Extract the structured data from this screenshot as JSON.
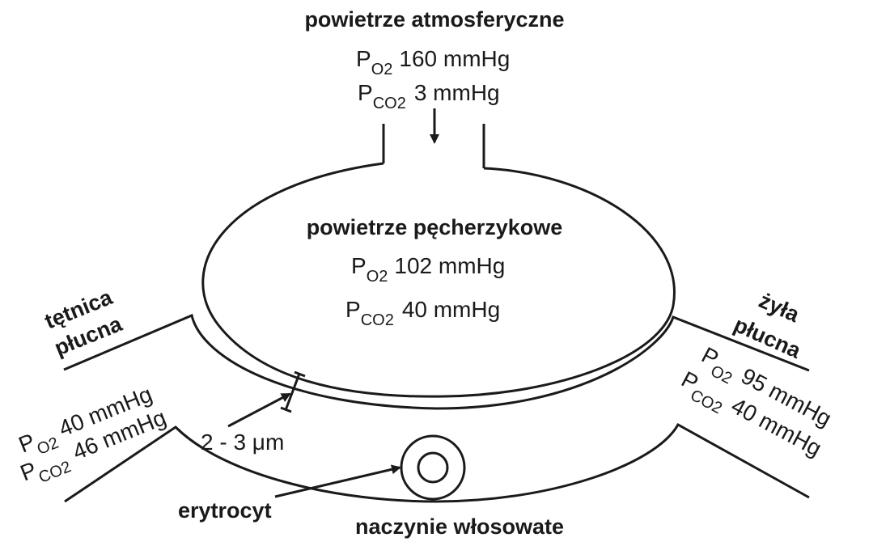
{
  "atmospheric": {
    "title": "powietrze atmosferyczne",
    "po2": {
      "p": "P",
      "sub": "O",
      "sub2": "2",
      "value": "160 mmHg"
    },
    "pco2": {
      "p": "P",
      "sub": "CO",
      "sub2": "2",
      "value": "3 mmHg"
    }
  },
  "alveolar": {
    "title": "powietrze pęcherzykowe",
    "po2": {
      "p": "P",
      "sub": "O",
      "sub2": "2",
      "value": "102 mmHg"
    },
    "pco2": {
      "p": "P",
      "sub": "CO",
      "sub2": "2",
      "value": "40 mmHg"
    }
  },
  "artery": {
    "line1": "tętnica",
    "line2": "płucna",
    "po2": {
      "p": "P",
      "sub": "O",
      "sub2": "2",
      "value": "40 mmHg"
    },
    "pco2": {
      "p": "P",
      "sub": "CO",
      "sub2": "2",
      "value": "46 mmHg"
    }
  },
  "vein": {
    "line1": "żyła",
    "line2": "płucna",
    "po2": {
      "p": "P",
      "sub": "O",
      "sub2": "2",
      "value": "95 mmHg"
    },
    "pco2": {
      "p": "P",
      "sub": "CO",
      "sub2": "2",
      "value": "40 mmHg"
    }
  },
  "membrane_thickness": "2 - 3 μm",
  "erythrocyte": "erytrocyt",
  "capillary": "naczynie włosowate"
}
